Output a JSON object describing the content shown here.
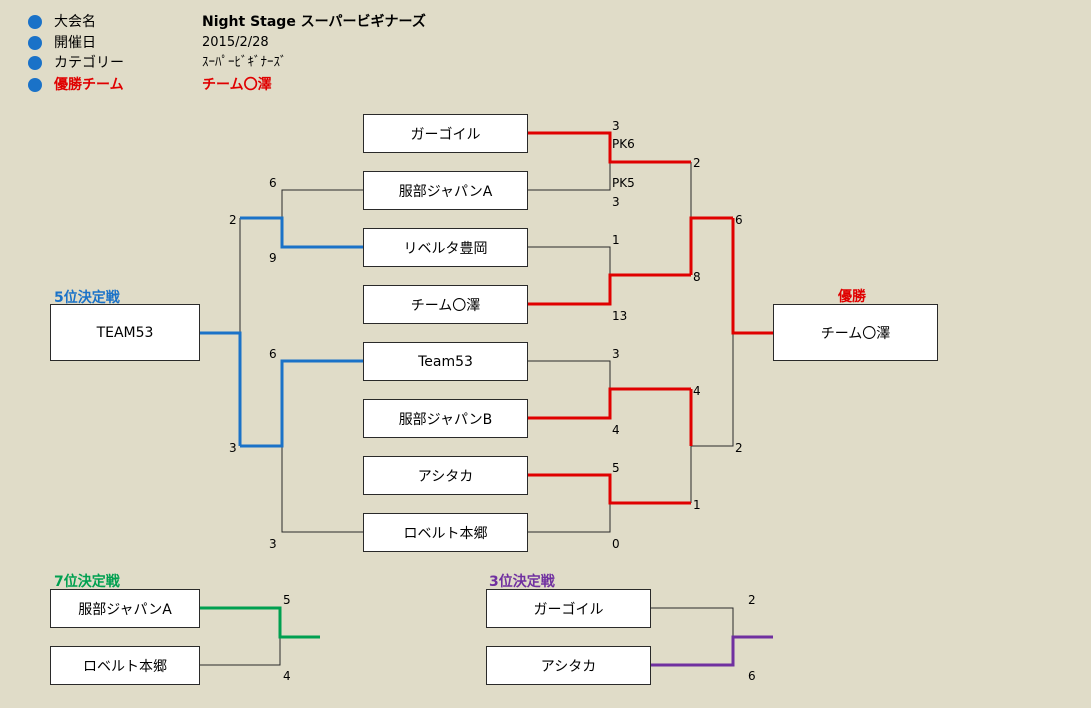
{
  "info": {
    "tournament_label": "大会名",
    "tournament_value": "Night Stage スーパービギナーズ",
    "date_label": "開催日",
    "date_value": "2015/2/28",
    "category_label": "カテゴリー",
    "category_value": "ｽｰﾊﾟｰﾋﾞｷﾞﾅｰｽﾞ",
    "winner_label": "優勝チーム",
    "winner_value": "チーム〇澤"
  },
  "bracket": {
    "teams": [
      "ガーゴイル",
      "服部ジャパンA",
      "リベルタ豊岡",
      "チーム〇澤",
      "Team53",
      "服部ジャパンB",
      "アシタカ",
      "ロベルト本郷"
    ],
    "r1_scores": [
      "3",
      "3",
      "1",
      "13",
      "3",
      "4",
      "5",
      "0"
    ],
    "pk": [
      "PK6",
      "PK5"
    ],
    "r2_scores": [
      "2",
      "8",
      "4",
      "1"
    ],
    "final_scores": [
      "6",
      "2"
    ],
    "champion_title": "優勝",
    "champion": "チーム〇澤"
  },
  "fifth_place": {
    "title": "5位決定戦",
    "scores": [
      "6",
      "9",
      "6",
      "3"
    ],
    "final_scores": [
      "2",
      "3"
    ],
    "winner": "TEAM53"
  },
  "seventh_place": {
    "title": "7位決定戦",
    "teams": [
      "服部ジャパンA",
      "ロベルト本郷"
    ],
    "scores": [
      "5",
      "4"
    ]
  },
  "third_place": {
    "title": "3位決定戦",
    "teams": [
      "ガーゴイル",
      "アシタカ"
    ],
    "scores": [
      "2",
      "6"
    ]
  },
  "colors": {
    "win_main": "#e00000",
    "win_fifth": "#1a72c8",
    "win_seventh": "#00a050",
    "win_third": "#7030a0",
    "line": "#2a2a2a",
    "background": "#e0dcc8"
  }
}
